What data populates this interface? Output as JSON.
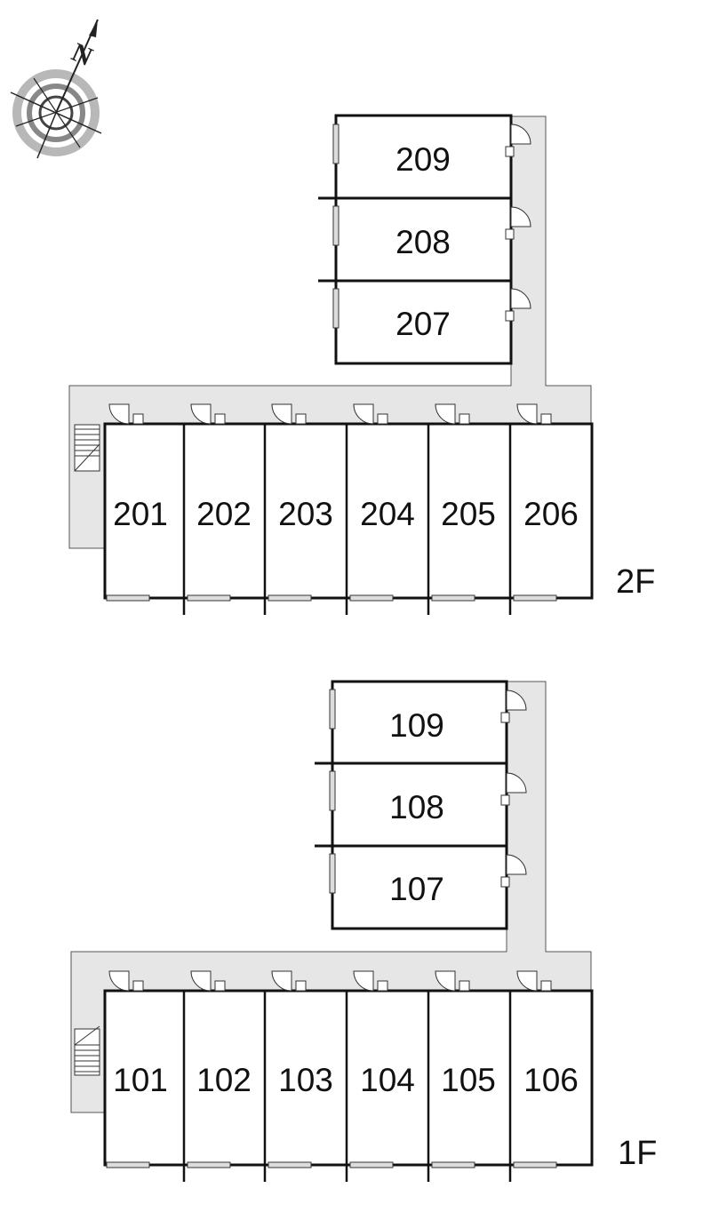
{
  "compass": {
    "label": "N",
    "icon": "compass-icon"
  },
  "colors": {
    "corridor": "#e6e6e6",
    "wall": "#111111",
    "compass_ring": "#b0b0b0"
  },
  "floors": [
    {
      "label": "2F",
      "wing_rooms": [
        "209",
        "208",
        "207"
      ],
      "row_rooms": [
        "201",
        "202",
        "203",
        "204",
        "205",
        "206"
      ]
    },
    {
      "label": "1F",
      "wing_rooms": [
        "109",
        "108",
        "107"
      ],
      "row_rooms": [
        "101",
        "102",
        "103",
        "104",
        "105",
        "106"
      ]
    }
  ]
}
